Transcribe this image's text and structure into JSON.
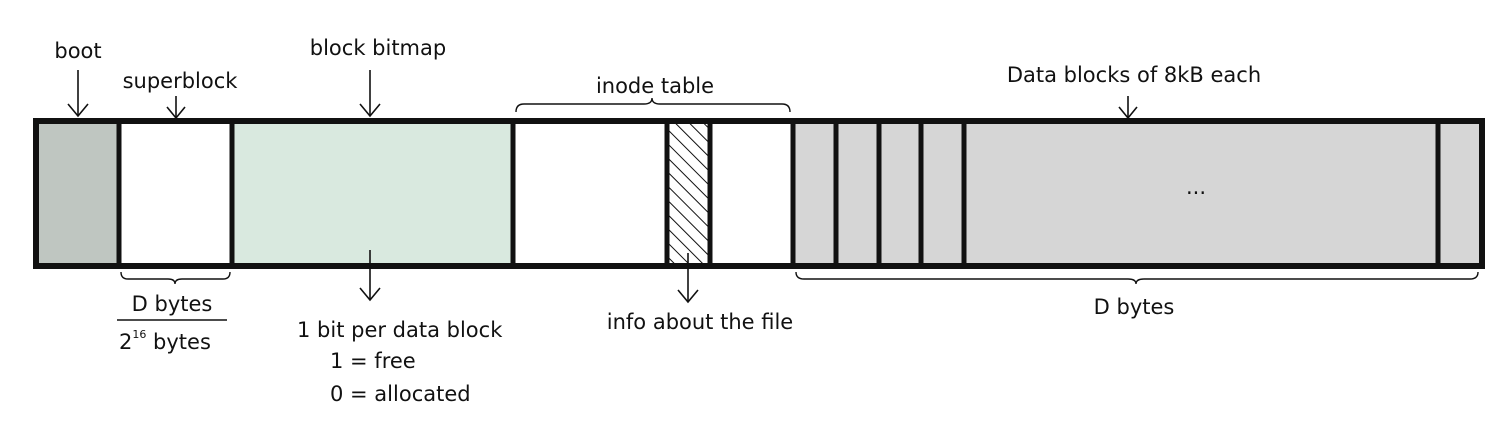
{
  "colors": {
    "boot": "#bfc6c1",
    "bitmap": "#d9e9df",
    "data": "#d6d6d6",
    "inode": "#ffffff",
    "superblock": "#ffffff",
    "border": "#111111"
  },
  "labels": {
    "boot": "boot",
    "superblock": "superblock",
    "block_bitmap": "block bitmap",
    "inode_table": "inode table",
    "data_blocks": "Data blocks of 8kB each",
    "ellipsis": "...",
    "superblock_size_top": "D bytes",
    "superblock_size_bottom_base": "2",
    "superblock_size_bottom_exp": "16",
    "superblock_size_bottom_unit": " bytes",
    "bitmap_note_line1": "1 bit per data block",
    "bitmap_note_line2": "1 = free",
    "bitmap_note_line3": "0 = allocated",
    "inode_note": "info about the file",
    "data_size": "D bytes"
  }
}
